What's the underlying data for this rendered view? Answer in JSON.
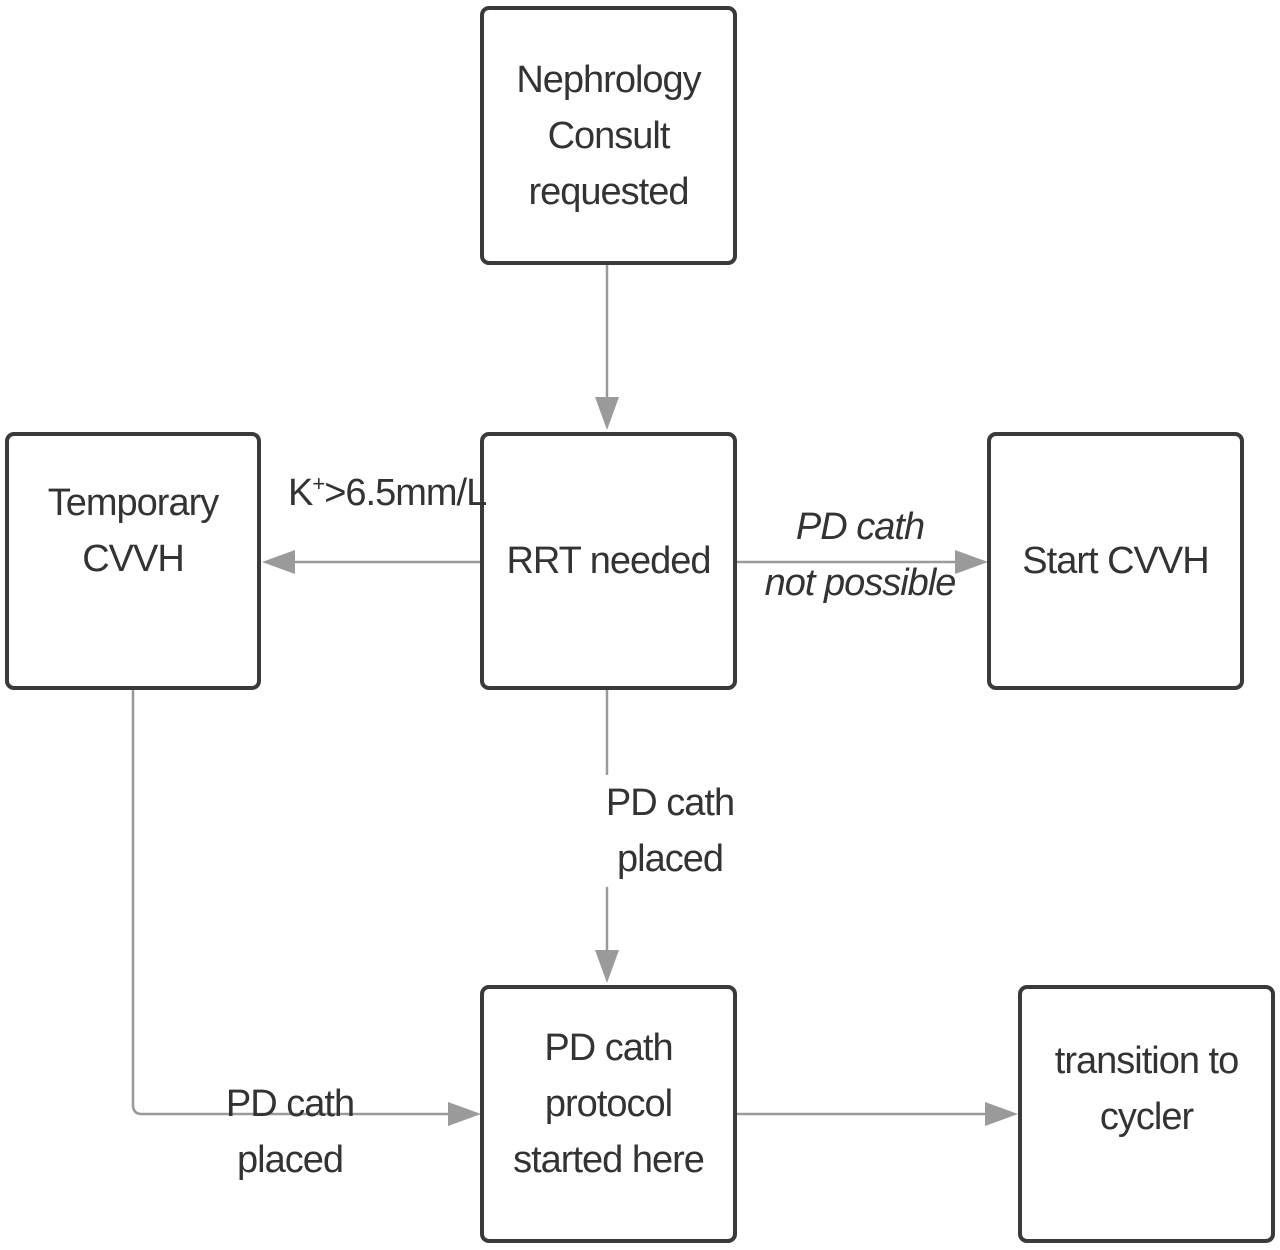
{
  "nodes": {
    "consult": "Nephrology\nConsult\nrequested",
    "rrt": "RRT needed",
    "temporary_cvvh": "Temporary\nCVVH",
    "start_cvvh": "Start CVVH",
    "protocol": "PD cath\nprotocol\nstarted here",
    "cycler": "transition to\ncycler"
  },
  "edge_labels": {
    "potassium_prefix": "K",
    "potassium_sup": "+",
    "potassium_rest": ">6.5mm/L",
    "not_possible": "PD cath\nnot possible",
    "placed_center": "PD cath\nplaced",
    "placed_left": "PD cath\nplaced"
  },
  "colors": {
    "box_border": "#3a3a3a",
    "arrow": "#9a9a9a",
    "text": "#333333"
  }
}
